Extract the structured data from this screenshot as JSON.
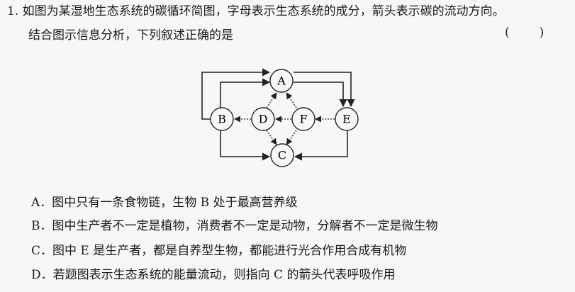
{
  "question": {
    "line1": "1. 如图为某湿地生态系统的碳循环简图，字母表示生态系统的成分，箭头表示碳的流动方向。",
    "line2": "结合图示信息分析，下列叙述正确的是",
    "bracket_open": "(",
    "bracket_close": ")"
  },
  "diagram": {
    "nodes": {
      "A": "A",
      "B": "B",
      "C": "C",
      "D": "D",
      "E": "E",
      "F": "F"
    }
  },
  "options": [
    {
      "text": "A．图中只有一条食物链，生物 B 处于最高营养级"
    },
    {
      "text": "B．图中生产者不一定是植物，消费者不一定是动物，分解者不一定是微生物"
    },
    {
      "text": "C．图中 E 是生产者，都是自养型生物，都能进行光合作用合成有机物"
    },
    {
      "text": "D．若题图表示生态系统的能量流动，则指向 C 的箭头代表呼吸作用"
    }
  ]
}
